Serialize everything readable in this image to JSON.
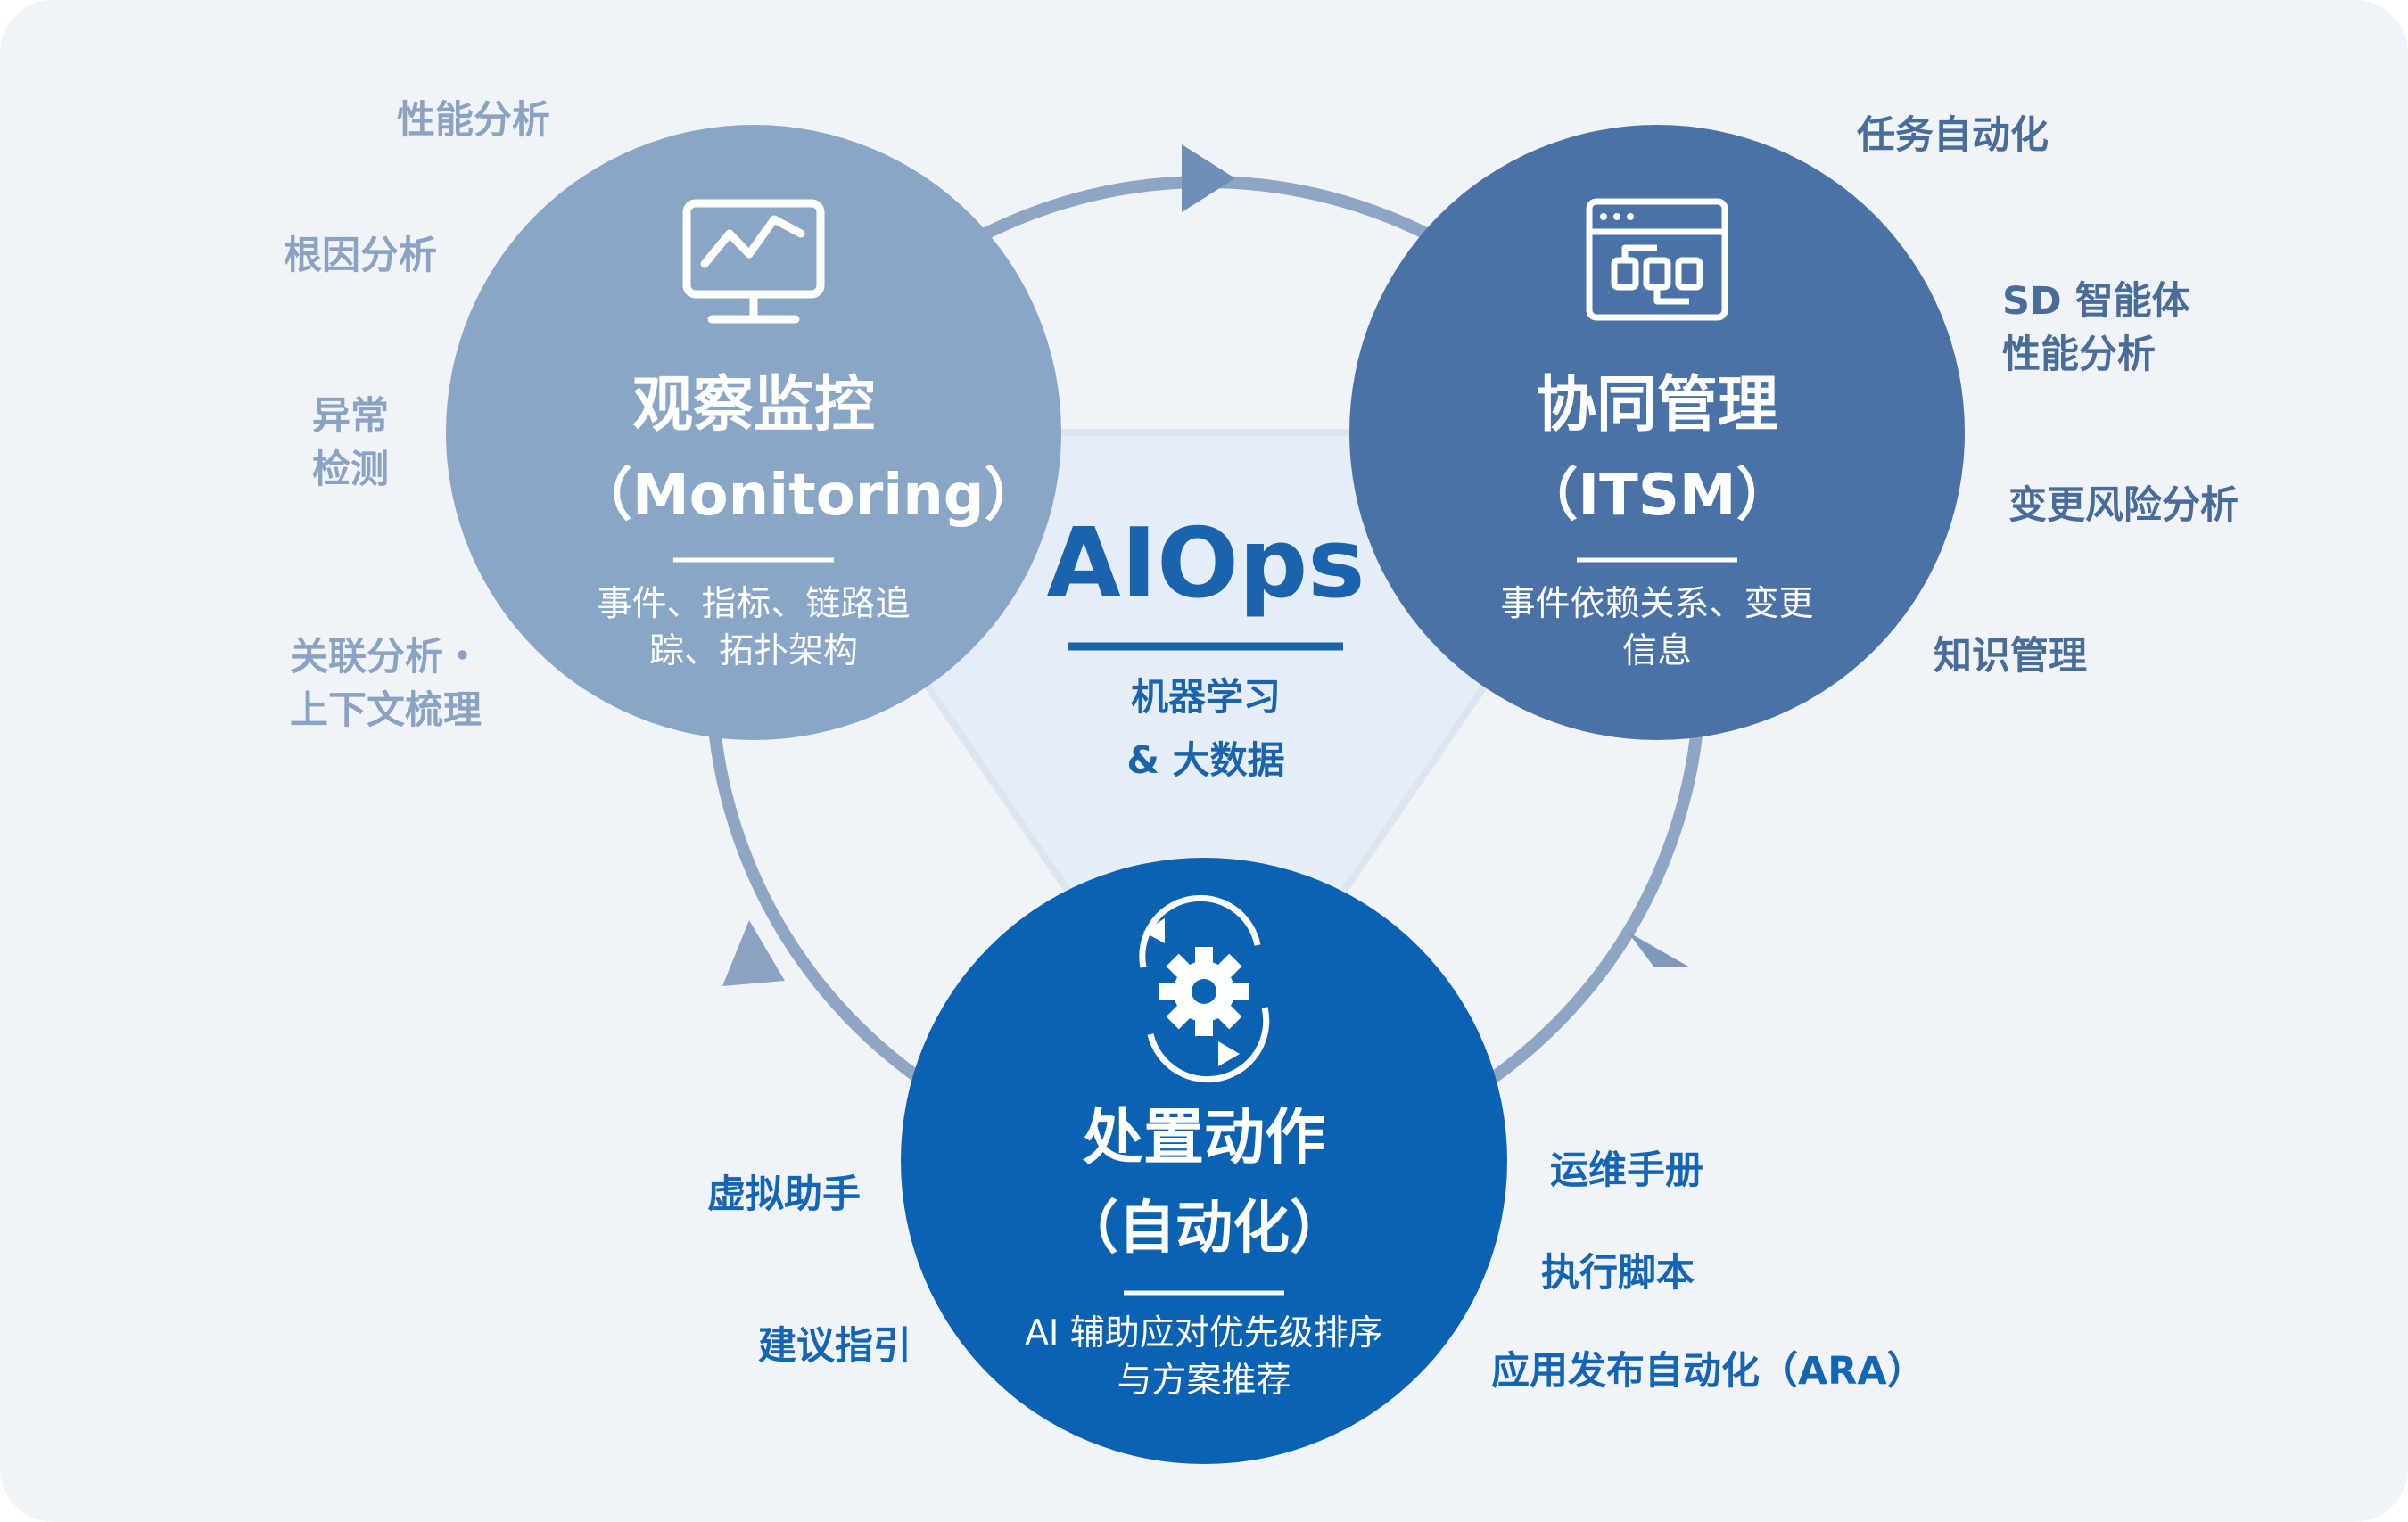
{
  "center": {
    "title": "AIOps",
    "subtitle_line1": "机器学习",
    "subtitle_line2": "& 大数据"
  },
  "monitoring": {
    "title": "观察监控",
    "subtitle": "（Monitoring）",
    "desc_line1": "事件、指标、链路追",
    "desc_line2": "踪、拓扑架构",
    "icon": "monitor-chart-icon",
    "color": "#8aa6c6",
    "labels": {
      "perf": "性能分析",
      "rootcause": "根因分析",
      "anomaly_1": "异常",
      "anomaly_2": "检测",
      "assoc_1": "关联分析・",
      "assoc_2": "上下文梳理"
    }
  },
  "itsm": {
    "title": "协同管理",
    "subtitle": "（ITSM）",
    "desc_line1": "事件依赖关系、变更",
    "desc_line2": "信息",
    "icon": "workflow-window-icon",
    "color": "#4b72a6",
    "labels": {
      "task": "任务自动化",
      "sd_1": "SD 智能体",
      "sd_2": "性能分析",
      "change": "变更风险分析",
      "knowledge": "知识管理"
    }
  },
  "automation": {
    "title": "处置动作",
    "subtitle": "（自动化）",
    "desc_line1": "AI 辅助应对优先级排序",
    "desc_line2": "与方案推荐",
    "icon": "gear-cycle-icon",
    "color": "#0b62b3",
    "labels": {
      "assistant": "虚拟助手",
      "suggest": "建议指引",
      "runbook": "运维手册",
      "script": "执行脚本",
      "ara": "应用发布自动化（ARA）"
    }
  }
}
